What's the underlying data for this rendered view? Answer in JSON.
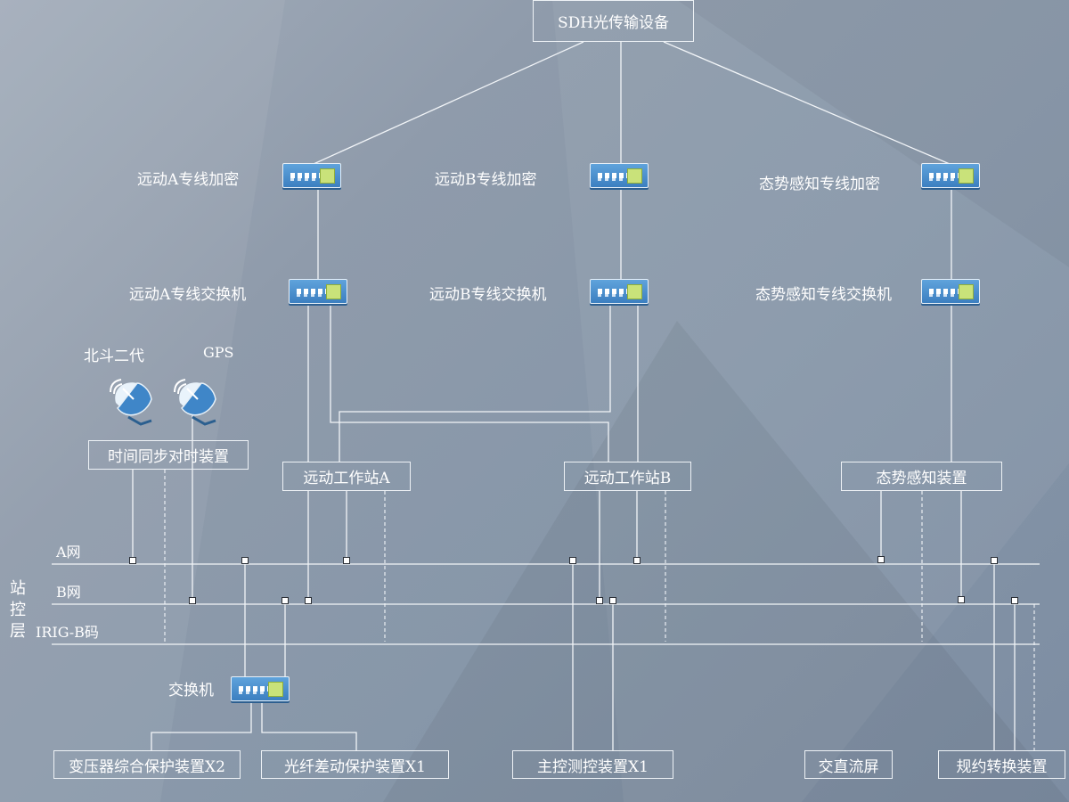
{
  "top": {
    "sdh": "SDH光传输设备"
  },
  "labels": {
    "enc_a": "远动A专线加密",
    "enc_b": "远动B专线加密",
    "enc_s": "态势感知专线加密",
    "sw_a": "远动A专线交换机",
    "sw_b": "远动B专线交换机",
    "sw_s": "态势感知专线交换机",
    "beidou": "北斗二代",
    "gps": "GPS",
    "switch": "交换机"
  },
  "boxes": {
    "time_sync": "时间同步对时装置",
    "ws_a": "远动工作站A",
    "ws_b": "远动工作站B",
    "situation": "态势感知装置",
    "transformer": "变压器综合保护装置X2",
    "fiber_diff": "光纤差动保护装置X1",
    "main_ctrl": "主控测控装置X1",
    "acdc": "交直流屏",
    "protocol": "规约转换装置"
  },
  "networks": {
    "a_net": "A网",
    "b_net": "B网",
    "irig": "IRIG-B码"
  },
  "layer": {
    "c1": "站",
    "c2": "控",
    "c3": "层"
  },
  "colors": {
    "line": "#f2f5f8",
    "device_top": "#5fa3dc",
    "device_bottom": "#3c7fc0",
    "chip": "#c9e27a"
  }
}
